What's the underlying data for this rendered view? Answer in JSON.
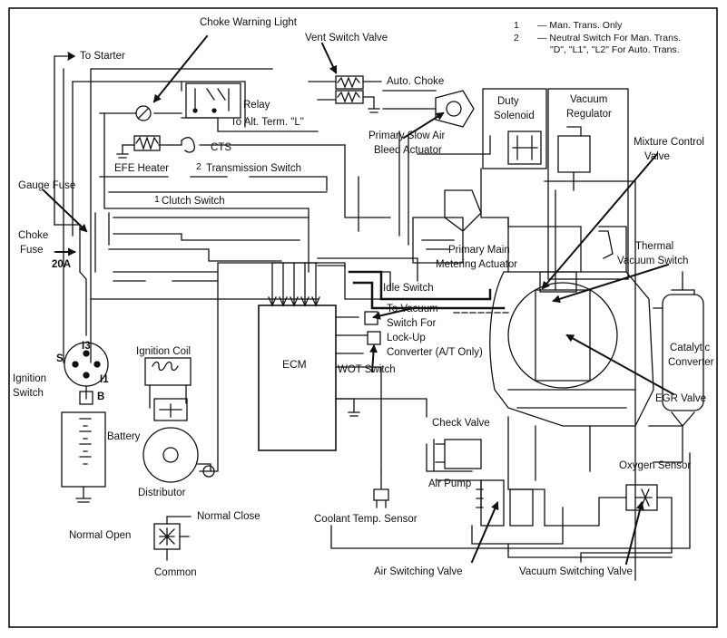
{
  "footnotes": {
    "n1_mark": "1",
    "n1_text": "— Man. Trans. Only",
    "n2_mark": "2",
    "n2_text_line1": "— Neutral Switch For Man. Trans.",
    "n2_text_line2": "\"D\", \"L1\", \"L2\" For Auto. Trans."
  },
  "labels": {
    "choke_warning_light": "Choke Warning Light",
    "vent_switch_valve": "Vent Switch Valve",
    "to_starter": "To Starter",
    "auto_choke": "Auto. Choke",
    "relay": "Relay",
    "to_alt_term": "To Alt. Term. \"L\"",
    "duty_solenoid_1": "Duty",
    "duty_solenoid_2": "Solenoid",
    "vacuum_regulator_1": "Vacuum",
    "vacuum_regulator_2": "Regulator",
    "primary_slow_air_1": "Primary Slow Air",
    "primary_slow_air_2": "Bleed Actuator",
    "cts": "CTS",
    "mixture_control_1": "Mixture Control",
    "mixture_control_2": "Valve",
    "efe_heater": "EFE Heater",
    "transmission_switch": "Transmission Switch",
    "transmission_switch_mark": "2",
    "gauge_fuse": "Gauge Fuse",
    "clutch_switch": "Clutch Switch",
    "clutch_switch_mark": "1",
    "choke_fuse_1": "Choke",
    "choke_fuse_2": "Fuse",
    "fuse_rating": "20A",
    "primary_main_1": "Primary Main",
    "primary_main_2": "Metering Actuator",
    "thermal_vac_1": "Thermal",
    "thermal_vac_2": "Vacuum Switch",
    "idle_switch": "Idle Switch",
    "to_vacuum_1": "To Vacuum",
    "to_vacuum_2": "Switch For",
    "to_vacuum_3": "Lock-Up",
    "to_vacuum_4": "Converter (A/T Only)",
    "ecm": "ECM",
    "ignition_coil": "Ignition Coil",
    "term_s": "S",
    "term_i3": "I3",
    "term_i1": "I1",
    "term_b": "B",
    "ignition_switch_1": "Ignition",
    "ignition_switch_2": "Switch",
    "wot_switch": "WOT Switch",
    "catalytic_1": "Catalytic",
    "catalytic_2": "Converter",
    "egr_valve": "EGR Valve",
    "battery": "Battery",
    "check_valve": "Check Valve",
    "air_pump": "Air Pump",
    "oxygen_sensor": "Oxygen Sensor",
    "distributor": "Distributor",
    "coolant_temp": "Coolant Temp. Sensor",
    "normal_close": "Normal Close",
    "normal_open": "Normal Open",
    "common": "Common",
    "air_switching_valve": "Air Switching Valve",
    "vacuum_switching_valve": "Vacuum Switching Valve"
  }
}
